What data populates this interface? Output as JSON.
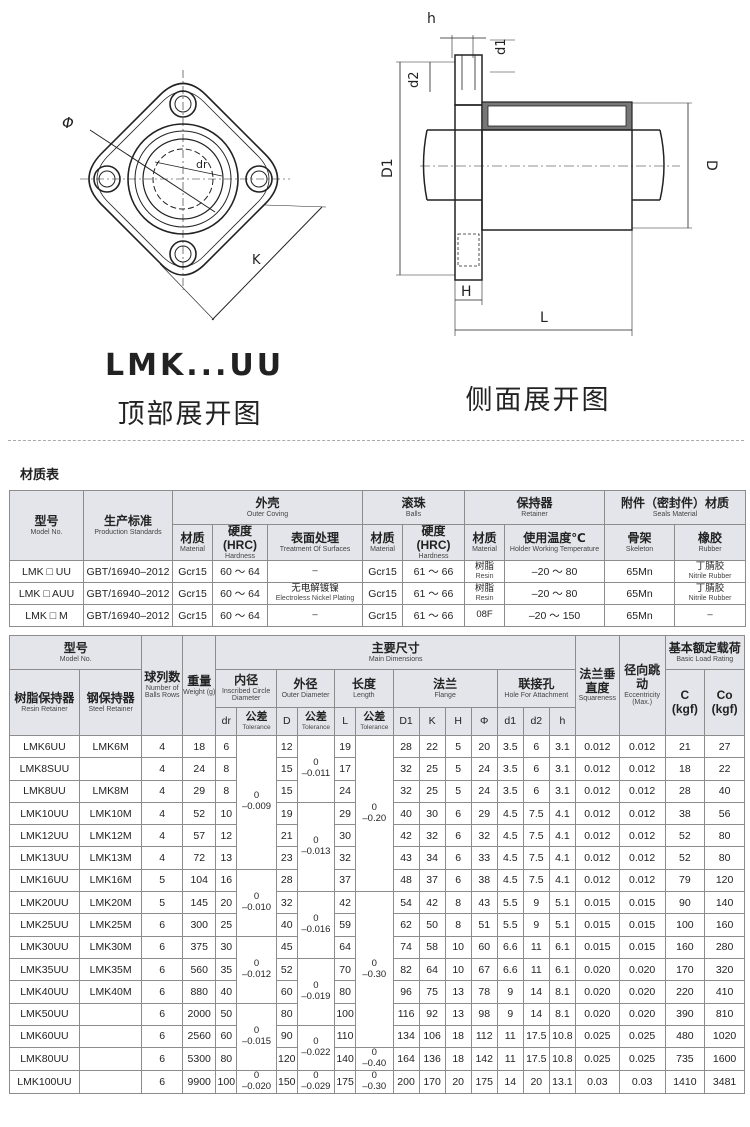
{
  "drawing": {
    "model_title": "LMK...UU",
    "top_view_caption": "顶部展开图",
    "side_view_caption": "侧面展开图",
    "labels": {
      "phi": "Φ",
      "dr": "dr",
      "K": "K",
      "h": "h",
      "d1": "d1",
      "d2": "d2",
      "D1": "D1",
      "D": "D",
      "H": "H",
      "L": "L"
    }
  },
  "material": {
    "title": "材质表",
    "head": {
      "model": {
        "zh": "型号",
        "en": "Model No."
      },
      "standard": {
        "zh": "生产标准",
        "en": "Production Standards"
      },
      "outer": {
        "zh": "外壳",
        "en": "Outer Coving"
      },
      "balls": {
        "zh": "滚珠",
        "en": "Balls"
      },
      "retainer": {
        "zh": "保持器",
        "en": "Retainer"
      },
      "seal": {
        "zh": "附件（密封件）材质",
        "en": "Seals Material"
      },
      "material": {
        "zh": "材质",
        "en": "Material"
      },
      "hardness": {
        "zh": "硬度 (HRC)",
        "en": "Hardness"
      },
      "surface": {
        "zh": "表面处理",
        "en": "Treatment Of Surfaces"
      },
      "temp": {
        "zh": "使用温度℃",
        "en": "Holder Working Temperature"
      },
      "skeleton": {
        "zh": "骨架",
        "en": "Skeleton"
      },
      "rubber": {
        "zh": "橡胶",
        "en": "Rubber"
      }
    },
    "rows": [
      {
        "model": "LMK □ UU",
        "std": "GBT/16940–2012",
        "mat": "Gcr15",
        "hard": "60 ～ 64",
        "surf": "–",
        "surf_en": "",
        "bmat": "Gcr15",
        "bhard": "61 ～ 66",
        "rmat": "树脂",
        "rmat_en": "Resin",
        "temp": "–20 ～ 80",
        "skel": "65Mn",
        "rub": "丁腈胶",
        "rub_en": "Nitrile Rubber"
      },
      {
        "model": "LMK □ AUU",
        "std": "GBT/16940–2012",
        "mat": "Gcr15",
        "hard": "60 ～ 64",
        "surf": "无电解镀镍",
        "surf_en": "Electroless Nickel Plating",
        "bmat": "Gcr15",
        "bhard": "61 ～ 66",
        "rmat": "树脂",
        "rmat_en": "Resin",
        "temp": "–20 ～ 80",
        "skel": "65Mn",
        "rub": "丁腈胶",
        "rub_en": "Nitrile Rubber"
      },
      {
        "model": "LMK □ M",
        "std": "GBT/16940–2012",
        "mat": "Gcr15",
        "hard": "60 ～ 64",
        "surf": "–",
        "surf_en": "",
        "bmat": "Gcr15",
        "bhard": "61 ～ 66",
        "rmat": "08F",
        "rmat_en": "",
        "temp": "–20 ～ 150",
        "skel": "65Mn",
        "rub": "–",
        "rub_en": ""
      }
    ]
  },
  "dimensions": {
    "head": {
      "model": {
        "zh": "型号",
        "en": "Model No."
      },
      "resin": {
        "zh": "树脂保持器",
        "en": "Resin Retainer"
      },
      "steel": {
        "zh": "钢保持器",
        "en": "Steel Retainer"
      },
      "rows_balls": {
        "zh": "球列数",
        "en": "Number of Balls Rows"
      },
      "weight": {
        "zh": "重量",
        "en": "Weight (g)"
      },
      "main": {
        "zh": "主要尺寸",
        "en": "Main Dimensions"
      },
      "inner": {
        "zh": "内径",
        "en": "Inscribed Circle Diameter"
      },
      "outer": {
        "zh": "外径",
        "en": "Outer Diameter"
      },
      "length": {
        "zh": "长度",
        "en": "Length"
      },
      "flange": {
        "zh": "法兰",
        "en": "Flange"
      },
      "hole": {
        "zh": "联接孔",
        "en": "Hole For Attachment"
      },
      "square": {
        "zh": "法兰垂直度",
        "en": "Squareness"
      },
      "ecc": {
        "zh": "径向跳动",
        "en": "Eccentricity (Max.)"
      },
      "load": {
        "zh": "基本额定载荷",
        "en": "Basic Load Rating"
      },
      "tol": {
        "zh": "公差",
        "en": "Tolerance"
      },
      "dr": "dr",
      "D": "D",
      "L": "L",
      "D1": "D1",
      "K": "K",
      "H": "H",
      "phi": "Φ",
      "d1": "d1",
      "d2": "d2",
      "h": "h",
      "C": "C\n(kgf)",
      "Co": "Co\n(kgf)"
    },
    "rows": [
      [
        "LMK6UU",
        "LMK6M",
        "4",
        "18",
        "6",
        "12",
        "19",
        "28",
        "22",
        "5",
        "20",
        "3.5",
        "6",
        "3.1",
        "0.012",
        "0.012",
        "21",
        "27"
      ],
      [
        "LMK8SUU",
        "",
        "4",
        "24",
        "8",
        "15",
        "17",
        "32",
        "25",
        "5",
        "24",
        "3.5",
        "6",
        "3.1",
        "0.012",
        "0.012",
        "18",
        "22"
      ],
      [
        "LMK8UU",
        "LMK8M",
        "4",
        "29",
        "8",
        "15",
        "24",
        "32",
        "25",
        "5",
        "24",
        "3.5",
        "6",
        "3.1",
        "0.012",
        "0.012",
        "28",
        "40"
      ],
      [
        "LMK10UU",
        "LMK10M",
        "4",
        "52",
        "10",
        "19",
        "29",
        "40",
        "30",
        "6",
        "29",
        "4.5",
        "7.5",
        "4.1",
        "0.012",
        "0.012",
        "38",
        "56"
      ],
      [
        "LMK12UU",
        "LMK12M",
        "4",
        "57",
        "12",
        "21",
        "30",
        "42",
        "32",
        "6",
        "32",
        "4.5",
        "7.5",
        "4.1",
        "0.012",
        "0.012",
        "52",
        "80"
      ],
      [
        "LMK13UU",
        "LMK13M",
        "4",
        "72",
        "13",
        "23",
        "32",
        "43",
        "34",
        "6",
        "33",
        "4.5",
        "7.5",
        "4.1",
        "0.012",
        "0.012",
        "52",
        "80"
      ],
      [
        "LMK16UU",
        "LMK16M",
        "5",
        "104",
        "16",
        "28",
        "37",
        "48",
        "37",
        "6",
        "38",
        "4.5",
        "7.5",
        "4.1",
        "0.012",
        "0.012",
        "79",
        "120"
      ],
      [
        "LMK20UU",
        "LMK20M",
        "5",
        "145",
        "20",
        "32",
        "42",
        "54",
        "42",
        "8",
        "43",
        "5.5",
        "9",
        "5.1",
        "0.015",
        "0.015",
        "90",
        "140"
      ],
      [
        "LMK25UU",
        "LMK25M",
        "6",
        "300",
        "25",
        "40",
        "59",
        "62",
        "50",
        "8",
        "51",
        "5.5",
        "9",
        "5.1",
        "0.015",
        "0.015",
        "100",
        "160"
      ],
      [
        "LMK30UU",
        "LMK30M",
        "6",
        "375",
        "30",
        "45",
        "64",
        "74",
        "58",
        "10",
        "60",
        "6.6",
        "11",
        "6.1",
        "0.015",
        "0.015",
        "160",
        "280"
      ],
      [
        "LMK35UU",
        "LMK35M",
        "6",
        "560",
        "35",
        "52",
        "70",
        "82",
        "64",
        "10",
        "67",
        "6.6",
        "11",
        "6.1",
        "0.020",
        "0.020",
        "170",
        "320"
      ],
      [
        "LMK40UU",
        "LMK40M",
        "6",
        "880",
        "40",
        "60",
        "80",
        "96",
        "75",
        "13",
        "78",
        "9",
        "14",
        "8.1",
        "0.020",
        "0.020",
        "220",
        "410"
      ],
      [
        "LMK50UU",
        "",
        "6",
        "2000",
        "50",
        "80",
        "100",
        "116",
        "92",
        "13",
        "98",
        "9",
        "14",
        "8.1",
        "0.020",
        "0.020",
        "390",
        "810"
      ],
      [
        "LMK60UU",
        "",
        "6",
        "2560",
        "60",
        "90",
        "110",
        "134",
        "106",
        "18",
        "112",
        "11",
        "17.5",
        "10.8",
        "0.025",
        "0.025",
        "480",
        "1020"
      ],
      [
        "LMK80UU",
        "",
        "6",
        "5300",
        "80",
        "120",
        "140",
        "164",
        "136",
        "18",
        "142",
        "11",
        "17.5",
        "10.8",
        "0.025",
        "0.025",
        "735",
        "1600"
      ],
      [
        "LMK100UU",
        "",
        "6",
        "9900",
        "100",
        "150",
        "175",
        "200",
        "170",
        "20",
        "175",
        "14",
        "20",
        "13.1",
        "0.03",
        "0.03",
        "1410",
        "3481"
      ]
    ],
    "tol": {
      "dr_a": "0\n–0.009",
      "dr_b": "0\n–0.010",
      "dr_c": "0\n–0.012",
      "dr_d": "0\n–0.015",
      "dr_e": "0\n–0.020",
      "D_a": "0\n–0.011",
      "D_b": "0\n–0.013",
      "D_c": "0\n–0.016",
      "D_d": "0\n–0.019",
      "D_e": "0\n–0.022",
      "D_f": "0\n–0.029",
      "L_a": "0\n–0.20",
      "L_b": "0\n–0.30",
      "L_c": "0\n–0.40",
      "L_d": "0\n–0.30"
    }
  }
}
